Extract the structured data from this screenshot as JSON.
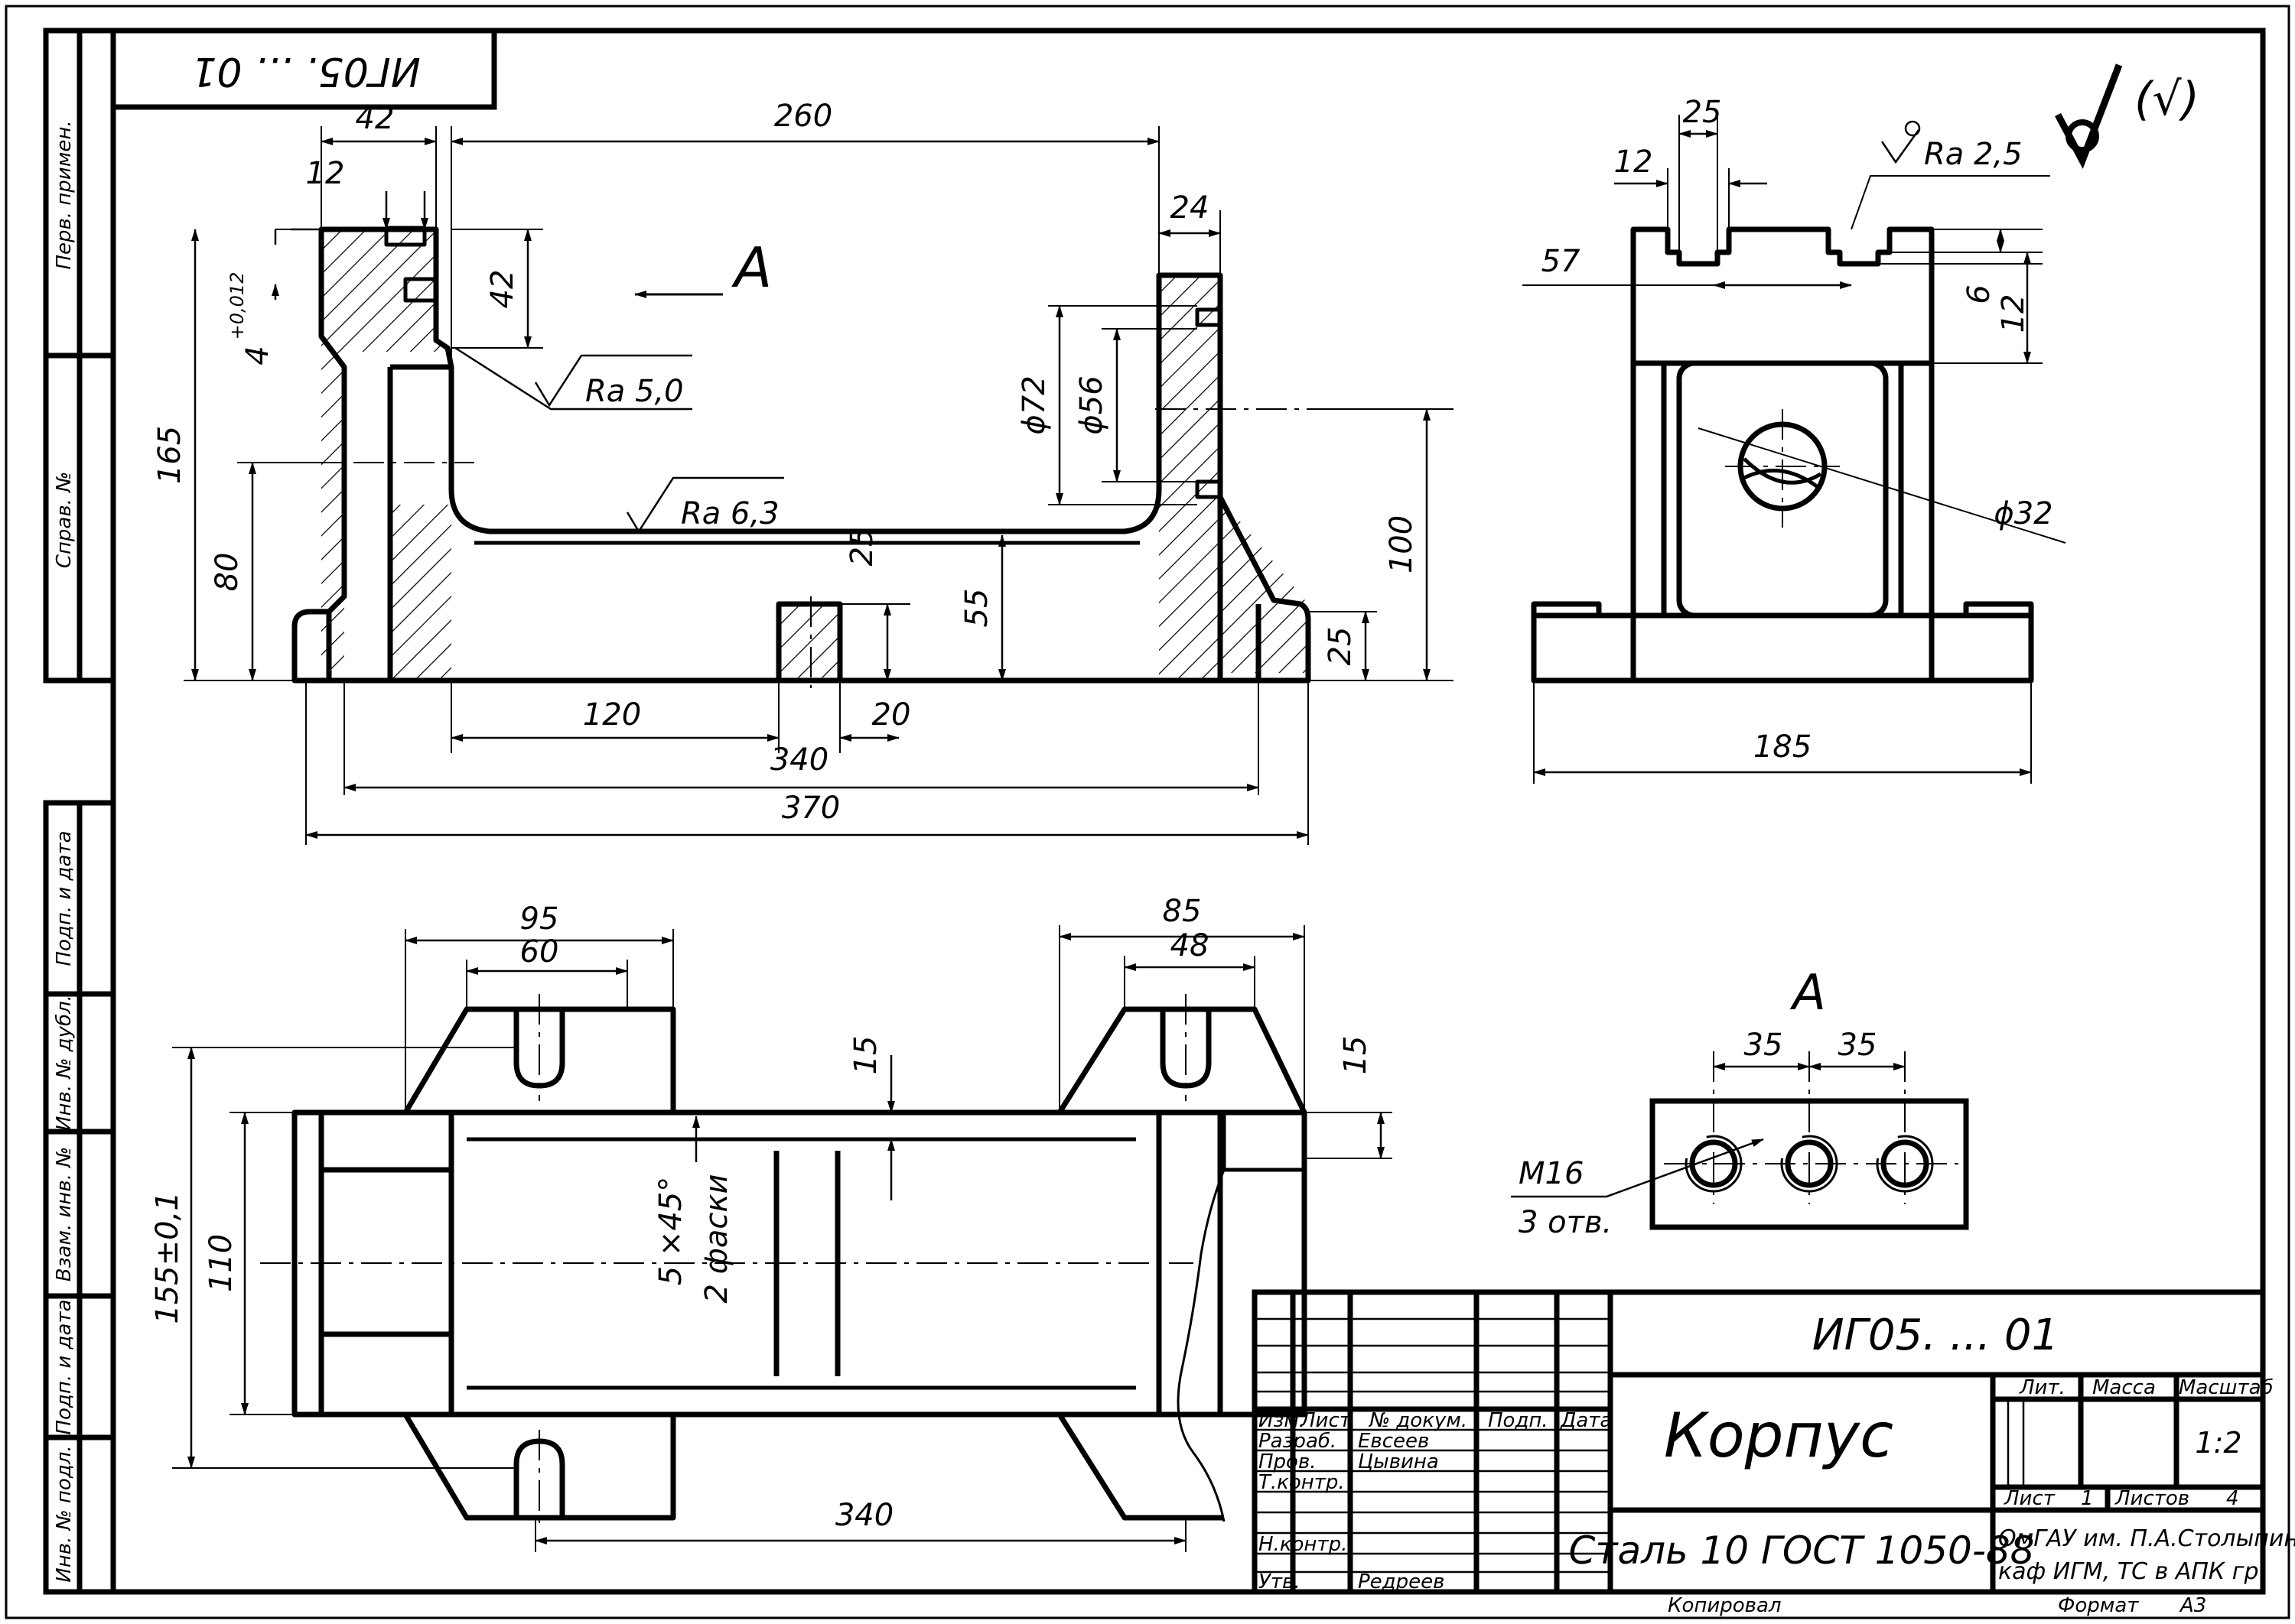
{
  "top_code": "ИГ05. ... 01",
  "left_strip": {
    "perv_primen": "Перв. примен.",
    "sprav_no": "Справ. №",
    "podp_data_1": "Подп. и дата",
    "inv_dubl": "Инв. № дубл.",
    "vzam_inv": "Взам. инв. №",
    "podp_data_2": "Подп. и дата",
    "inv_podl": "Инв. № подл."
  },
  "roughness": {
    "general": "(√)",
    "ra50": "Ra 5,0",
    "ra63": "Ra 6,3",
    "ra25": "Ra 2,5"
  },
  "section_labels": {
    "arrow_a": "A",
    "view_a": "A"
  },
  "front_dims": {
    "d42_top": "42",
    "d260": "260",
    "d12": "12",
    "d24": "24",
    "d42_side": "42",
    "d4tol": "4",
    "d4tol_sup": "+0,012",
    "d165": "165",
    "d80": "80",
    "d72": "ϕ72",
    "d56": "ϕ56",
    "d100": "100",
    "d25_mid": "25",
    "d55": "55",
    "d25_right": "25",
    "d120": "120",
    "d20": "20",
    "d340": "340",
    "d370": "370"
  },
  "side_dims": {
    "d25": "25",
    "d12": "12",
    "d57": "57",
    "d6": "6",
    "d12v": "12",
    "d32": "ϕ32",
    "d185": "185"
  },
  "plan_dims": {
    "d95": "95",
    "d60": "60",
    "d85": "85",
    "d48": "48",
    "d15_a": "15",
    "d15_b": "15",
    "d155": "155±0,1",
    "d110": "110",
    "chamfer": "5 ×45°",
    "chamfer_note": "2 фаски",
    "d340": "340"
  },
  "view_a_dims": {
    "d35_a": "35",
    "d35_b": "35",
    "thread": "M16",
    "holes": "3 отв."
  },
  "title_block": {
    "designation": "ИГ05. ... 01",
    "name": "Корпус",
    "material": "Сталь 10  ГОСТ 1050-88",
    "hdr_izm": "Изм.",
    "hdr_list": "Лист",
    "hdr_doc": "№ докум.",
    "hdr_podp": "Подп.",
    "hdr_data": "Дата",
    "razrab_label": "Разраб.",
    "razrab_name": "Евсеев",
    "prov_label": "Пров.",
    "prov_name": "Цывина",
    "tkontr_label": "Т.контр.",
    "nkontr_label": "Н.контр.",
    "utv_label": "Утв.",
    "utv_name": "Редреев",
    "lit_label": "Лит.",
    "massa_label": "Масса",
    "masshtab_label": "Масштаб",
    "scale": "1:2",
    "list_label": "Лист",
    "list_no": "1",
    "listov_label": "Листов",
    "listov_no": "4",
    "org_line1": "ОмГАУ им. П.А.Столыпина",
    "org_line2": "каф ИГМ, ТС в АПК гр.",
    "kopiroval": "Копировал",
    "format_label": "Формат",
    "format_value": "А3"
  }
}
